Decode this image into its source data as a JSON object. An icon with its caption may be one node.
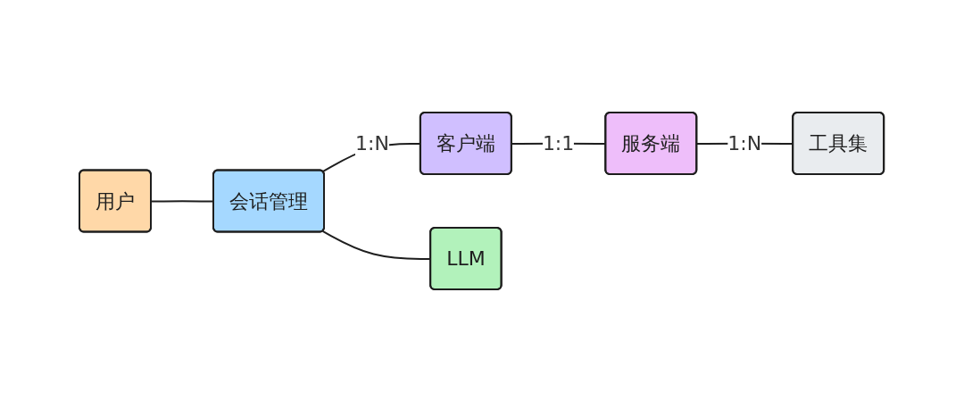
{
  "diagram": {
    "nodes": [
      {
        "text": [
          "用户"
        ]
      },
      {
        "text": [
          "会话管理"
        ]
      },
      {
        "text": [
          "客户端"
        ]
      },
      {
        "text": [
          "服务端"
        ]
      },
      {
        "text": [
          "工具集"
        ]
      },
      {
        "text": [
          "LLM"
        ]
      }
    ],
    "edges": [
      {
        "from": 0,
        "to": 1,
        "arrow": "none"
      },
      {
        "from": 1,
        "to": 2,
        "label": "1:N",
        "arrow": "none"
      },
      {
        "from": 2,
        "to": 3,
        "label": "1:1",
        "arrow": "none"
      },
      {
        "from": 3,
        "to": 4,
        "label": "1:N",
        "arrow": "none"
      },
      {
        "from": 1,
        "to": 5,
        "arrow": "none"
      }
    ]
  }
}
